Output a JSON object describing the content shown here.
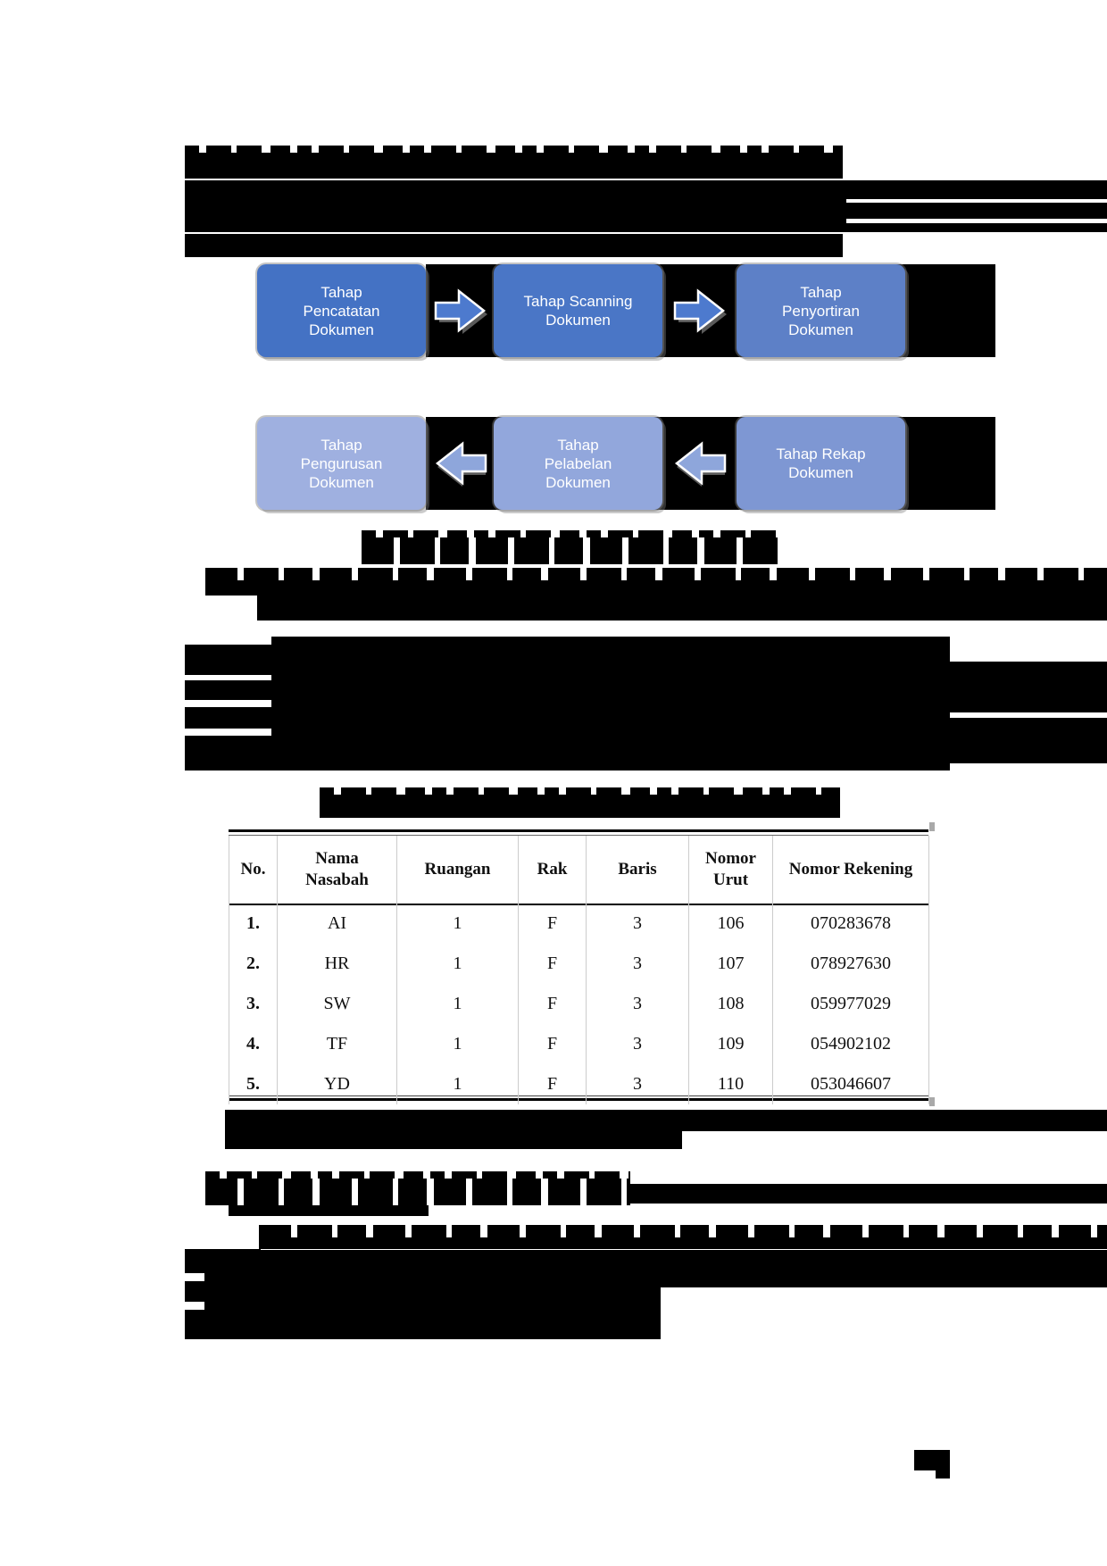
{
  "figure": {
    "rows": [
      {
        "direction": "right",
        "arrow_color": "#4d7ace",
        "boxes": [
          {
            "label": "Tahap\nPencatatan\nDokumen",
            "color": "#4472c4"
          },
          {
            "label": "Tahap Scanning\nDokumen",
            "color": "#4a76c6"
          },
          {
            "label": "Tahap\nPenyortiran\nDokumen",
            "color": "#5d80c7"
          }
        ]
      },
      {
        "direction": "left",
        "arrow_color": "#8ea6db",
        "boxes": [
          {
            "label": "Tahap\nPengurusan\nDokumen",
            "color": "#9fb0e0"
          },
          {
            "label": "Tahap\nPelabelan\nDokumen",
            "color": "#92a7dc"
          },
          {
            "label": "Tahap Rekap\nDokumen",
            "color": "#7e97d3"
          }
        ]
      }
    ]
  },
  "table": {
    "headers": [
      "No.",
      "Nama Nasabah",
      "Ruangan",
      "Rak",
      "Baris",
      "Nomor Urut",
      "Nomor Rekening"
    ],
    "rows": [
      {
        "no": "1.",
        "nama": "AI",
        "ruangan": "1",
        "rak": "F",
        "baris": "3",
        "nomor_urut": "106",
        "nomor_rekening": "070283678"
      },
      {
        "no": "2.",
        "nama": "HR",
        "ruangan": "1",
        "rak": "F",
        "baris": "3",
        "nomor_urut": "107",
        "nomor_rekening": "078927630"
      },
      {
        "no": "3.",
        "nama": "SW",
        "ruangan": "1",
        "rak": "F",
        "baris": "3",
        "nomor_urut": "108",
        "nomor_rekening": "059977029"
      },
      {
        "no": "4.",
        "nama": "TF",
        "ruangan": "1",
        "rak": "F",
        "baris": "3",
        "nomor_urut": "109",
        "nomor_rekening": "054902102"
      },
      {
        "no": "5.",
        "nama": "YD",
        "ruangan": "1",
        "rak": "F",
        "baris": "3",
        "nomor_urut": "110",
        "nomor_rekening": "053046607"
      }
    ]
  }
}
